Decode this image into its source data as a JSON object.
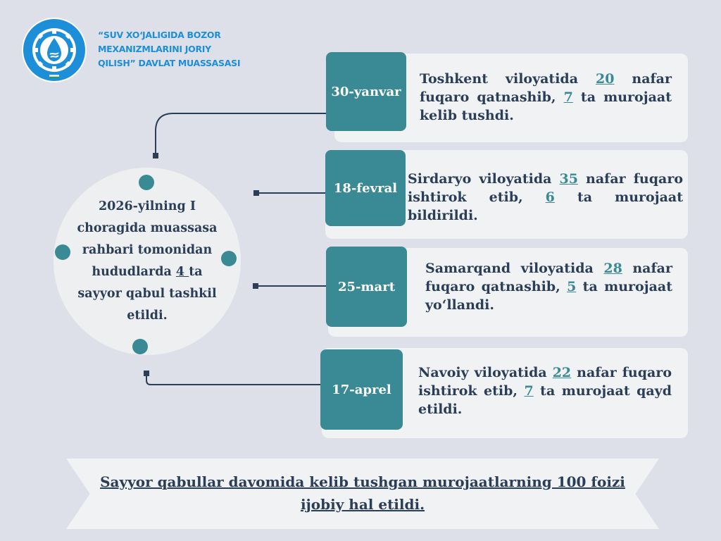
{
  "org": {
    "line1": "“SUV XO‘JALIGIDA BOZOR",
    "line2": "MEXANIZMLARINI JORIY",
    "line3": "QILISH” DAVLAT MUASSASASI",
    "logo_icon": "water-drop-gear-icon",
    "logo_color": "#1d8fd8"
  },
  "center": {
    "before": "2026-yilning I choragida muassasa rahbari tomonidan hududlarda ",
    "count": "4 ",
    "after": "ta sayyor qabul tashkil etildi."
  },
  "events": [
    {
      "date": "30-yanvar",
      "before": "Toshkent viloyatida ",
      "n1": "20",
      "middle": " nafar fuqaro qatnashib, ",
      "n2": "7",
      "after": " ta murojaat kelib tushdi."
    },
    {
      "date": "18-fevral",
      "before": "Sirdaryo viloyatida ",
      "n1": "35",
      "middle": " nafar fuqaro ishtirok etib, ",
      "n2": "6",
      "after": " ta murojaat bildirildi."
    },
    {
      "date": "25-mart",
      "before": "Samarqand viloyatida ",
      "n1": "28",
      "middle": " nafar fuqaro qatnashib, ",
      "n2": "5",
      "after": " ta murojaat yo‘llandi."
    },
    {
      "date": "17-aprel",
      "before": "Navoiy viloyatida ",
      "n1": "22",
      "middle": " nafar fuqaro ishtirok etib, ",
      "n2": "7",
      "after": " ta murojaat qayd etildi."
    }
  ],
  "footer": {
    "text": "Sayyor qabullar davomida  kelib tushgan murojaatlarning 100 foizi ijobiy hal etildi."
  },
  "colors": {
    "accent": "#3a8a96",
    "text": "#2b3e57",
    "background": "#dde0e9",
    "card": "#f1f2f4"
  }
}
